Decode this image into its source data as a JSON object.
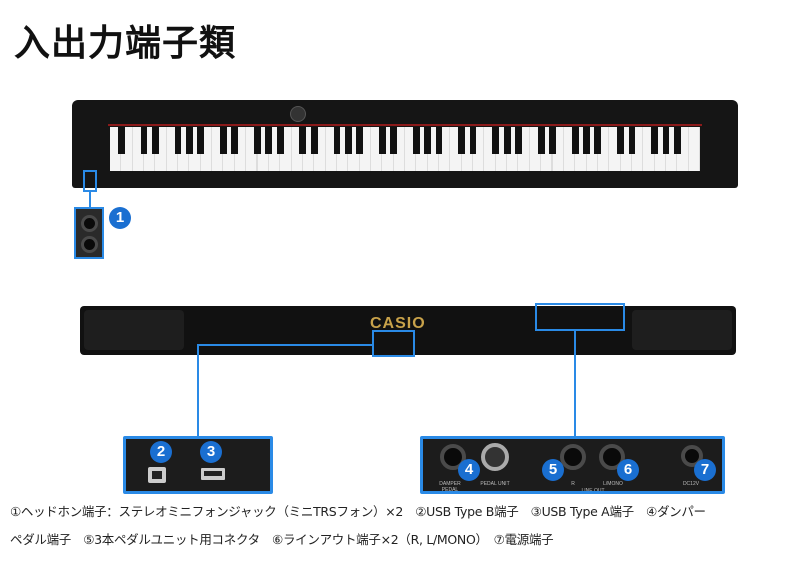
{
  "title": "入出力端子類",
  "piano": {
    "brand": "CASIO"
  },
  "badges": [
    "1",
    "2",
    "3",
    "4",
    "5",
    "6",
    "7"
  ],
  "panel_labels": {
    "damper": "DAMPER PEDAL",
    "pedal_unit": "PEDAL UNIT",
    "r": "R",
    "l_mono": "L/MONO",
    "line_out": "LINE OUT",
    "dc": "DC12V"
  },
  "captions": {
    "line1": "①ヘッドホン端子：ステレオミニフォンジャック（ミニTRSフォン）×2　②USB Type B端子　③USB Type A端子　④ダンパー",
    "line2": "ペダル端子　⑤3本ペダルユニット用コネクタ　⑥ラインアウト端子×2（R, L/MONO）　⑦電源端子"
  },
  "colors": {
    "accent": "#2a8ae6",
    "badge": "#1a6fd1",
    "brand_gold": "#c8a24a"
  }
}
